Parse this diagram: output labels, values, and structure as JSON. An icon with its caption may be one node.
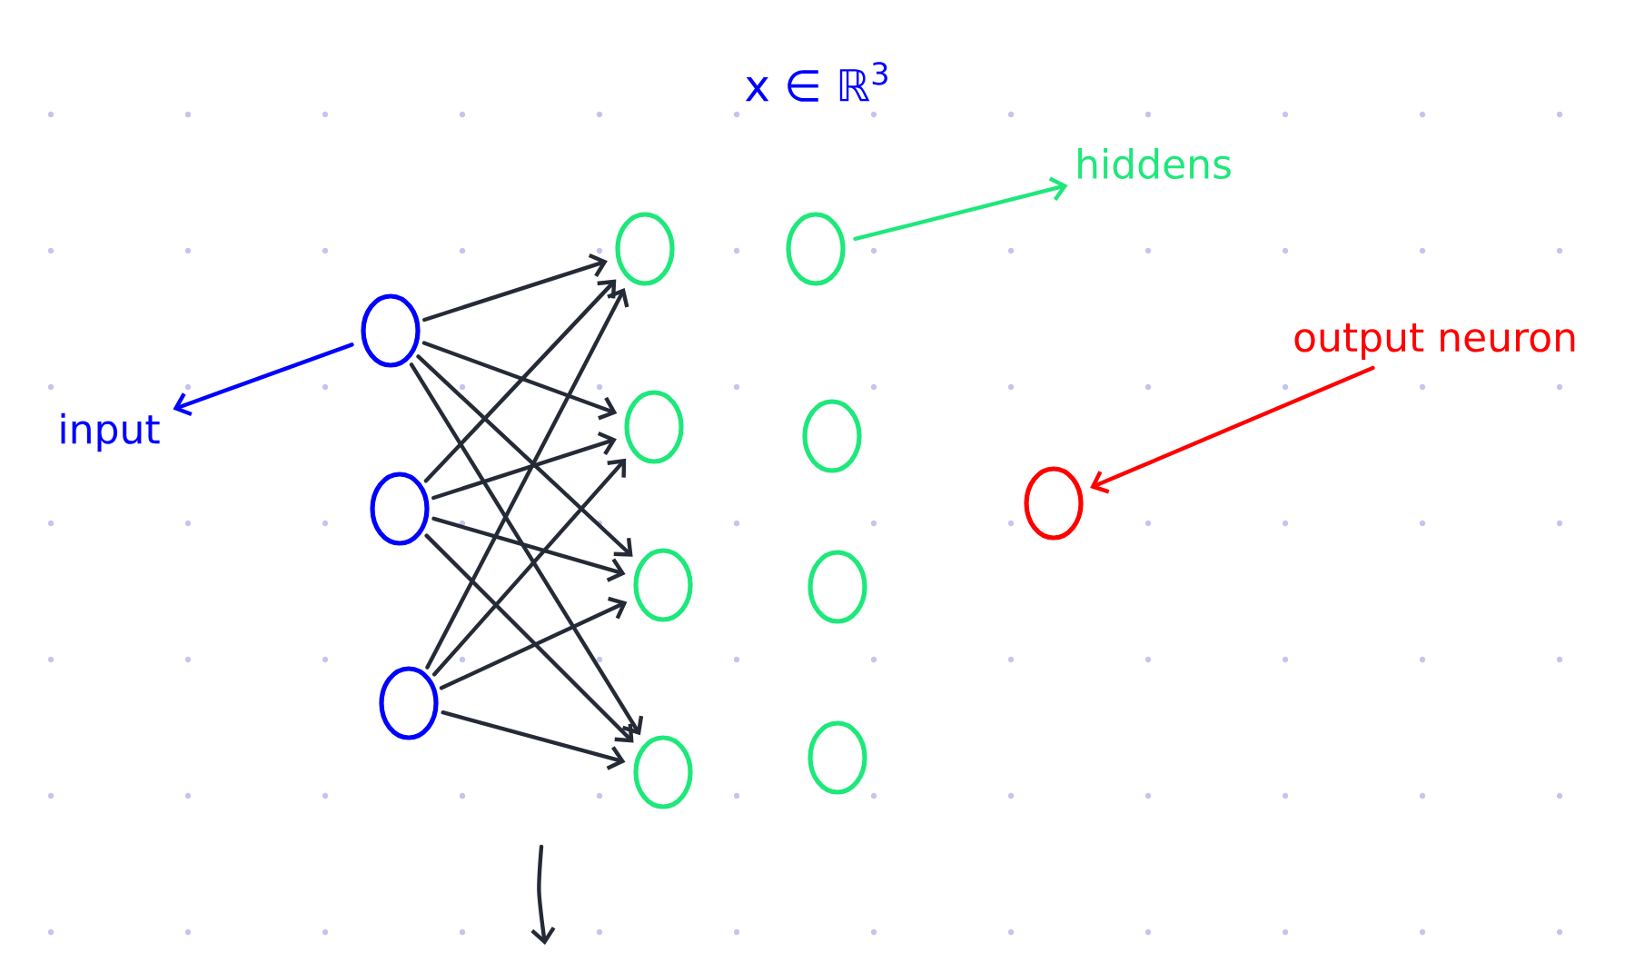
{
  "diagram": {
    "nodes": [
      {
        "text": [
          "input"
        ]
      },
      {
        "text": [],
        "shape": "circle"
      },
      {
        "text": [],
        "shape": "circle"
      },
      {
        "text": [],
        "shape": "circle"
      },
      {
        "text": [],
        "shape": "circle"
      },
      {
        "text": [],
        "shape": "circle"
      },
      {
        "text": [],
        "shape": "circle"
      },
      {
        "text": [],
        "shape": "circle"
      },
      {
        "text": [],
        "shape": "circle"
      },
      {
        "text": [],
        "shape": "circle"
      },
      {
        "text": [],
        "shape": "circle"
      },
      {
        "text": [],
        "shape": "circle"
      },
      {
        "text": [
          "hiddens"
        ]
      },
      {
        "text": [],
        "shape": "circle"
      },
      {
        "text": [
          "output neuron"
        ]
      }
    ],
    "edges": [
      {
        "from": 1,
        "to": 4,
        "arrow": "to"
      },
      {
        "from": 1,
        "to": 5,
        "arrow": "to"
      },
      {
        "from": 1,
        "to": 6,
        "arrow": "to"
      },
      {
        "from": 1,
        "to": 7,
        "arrow": "to"
      },
      {
        "from": 2,
        "to": 4,
        "arrow": "to"
      },
      {
        "from": 2,
        "to": 5,
        "arrow": "to"
      },
      {
        "from": 2,
        "to": 6,
        "arrow": "to"
      },
      {
        "from": 2,
        "to": 7,
        "arrow": "to"
      },
      {
        "from": 3,
        "to": 4,
        "arrow": "to"
      },
      {
        "from": 3,
        "to": 5,
        "arrow": "to"
      },
      {
        "from": 3,
        "to": 6,
        "arrow": "to"
      },
      {
        "from": 3,
        "to": 7,
        "arrow": "to"
      },
      {
        "from": 1,
        "to": 0,
        "arrow": "to",
        "color": "#0000ff"
      },
      {
        "from": 8,
        "to": 12,
        "arrow": "to",
        "color": "#1de87a"
      },
      {
        "from": 14,
        "to": 13,
        "arrow": "to",
        "color": "#ff0000"
      }
    ],
    "labels": [
      "x ∈ ℝ$^{3}$"
    ]
  }
}
